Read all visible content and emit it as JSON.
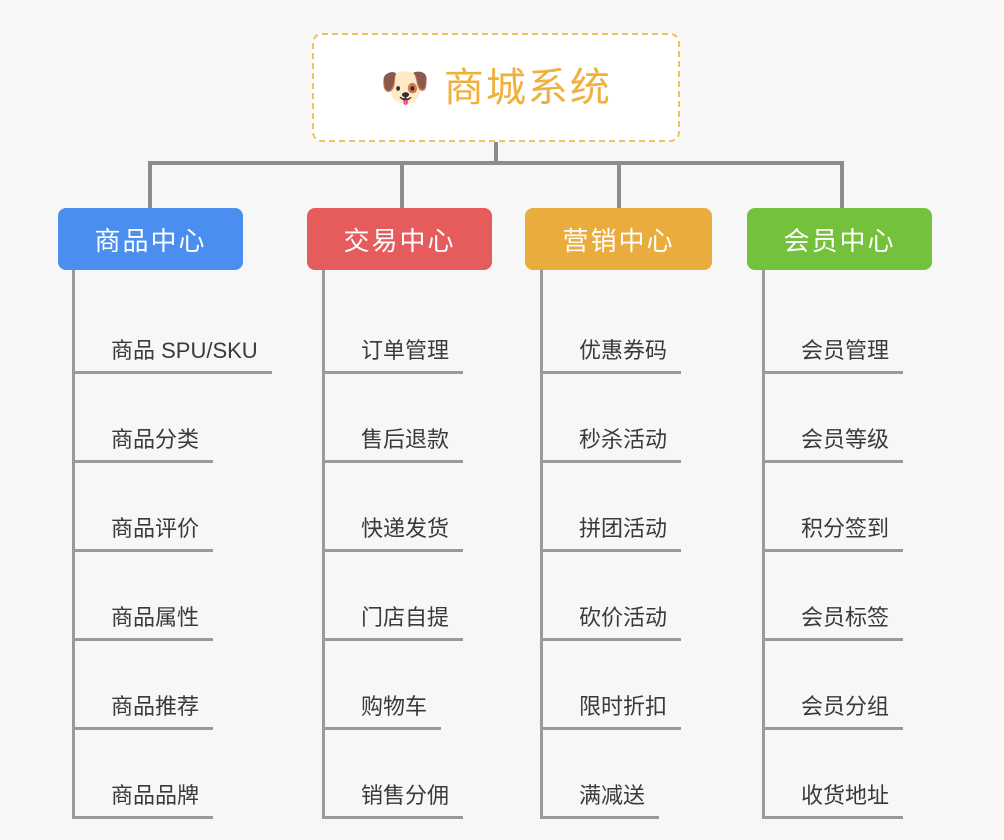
{
  "background_color": "#f7f7f7",
  "root": {
    "icon": "shiba-dog-face-emoji",
    "icon_glyph": "🐶",
    "title": "商城系统",
    "text_color": "#f0b03c",
    "border_color": "#f2c060",
    "background_color": "#ffffff"
  },
  "columns": [
    {
      "id": "product-center",
      "title": "商品中心",
      "color": "#4a8ef0",
      "items": [
        "商品 SPU/SKU",
        "商品分类",
        "商品评价",
        "商品属性",
        "商品推荐",
        "商品品牌"
      ]
    },
    {
      "id": "trade-center",
      "title": "交易中心",
      "color": "#e65c5c",
      "items": [
        "订单管理",
        "售后退款",
        "快递发货",
        "门店自提",
        "购物车",
        "销售分佣"
      ]
    },
    {
      "id": "marketing-center",
      "title": "营销中心",
      "color": "#eaac3c",
      "items": [
        "优惠券码",
        "秒杀活动",
        "拼团活动",
        "砍价活动",
        "限时折扣",
        "满减送"
      ]
    },
    {
      "id": "member-center",
      "title": "会员中心",
      "color": "#74c13c",
      "items": [
        "会员管理",
        "会员等级",
        "积分签到",
        "会员标签",
        "会员分组",
        "收货地址"
      ]
    }
  ],
  "connector_color": "#8c8c8c",
  "leaf_line_color": "#9a9a9a"
}
